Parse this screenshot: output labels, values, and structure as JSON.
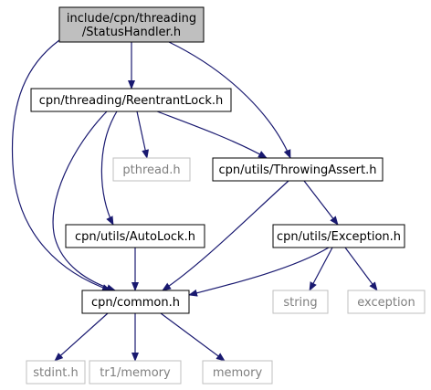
{
  "colors": {
    "root_fill": "#bfbfbf",
    "node_fill": "#ffffff",
    "node_border": "#000000",
    "external_border": "#bfbfbf",
    "external_text": "#7f7f7f",
    "edge": "#191970"
  },
  "nodes": [
    {
      "id": "status-handler",
      "lines": [
        "include/cpn/threading",
        "/StatusHandler.h"
      ],
      "kind": "root"
    },
    {
      "id": "reentrant-lock",
      "lines": [
        "cpn/threading/ReentrantLock.h"
      ],
      "kind": "local"
    },
    {
      "id": "pthread",
      "lines": [
        "pthread.h"
      ],
      "kind": "external"
    },
    {
      "id": "throwing-assert",
      "lines": [
        "cpn/utils/ThrowingAssert.h"
      ],
      "kind": "local"
    },
    {
      "id": "auto-lock",
      "lines": [
        "cpn/utils/AutoLock.h"
      ],
      "kind": "local"
    },
    {
      "id": "exception-h",
      "lines": [
        "cpn/utils/Exception.h"
      ],
      "kind": "local"
    },
    {
      "id": "common",
      "lines": [
        "cpn/common.h"
      ],
      "kind": "local"
    },
    {
      "id": "string",
      "lines": [
        "string"
      ],
      "kind": "external"
    },
    {
      "id": "exception",
      "lines": [
        "exception"
      ],
      "kind": "external"
    },
    {
      "id": "stdint",
      "lines": [
        "stdint.h"
      ],
      "kind": "external"
    },
    {
      "id": "tr1-memory",
      "lines": [
        "tr1/memory"
      ],
      "kind": "external"
    },
    {
      "id": "memory",
      "lines": [
        "memory"
      ],
      "kind": "external"
    }
  ],
  "edges": [
    {
      "from": "status-handler",
      "to": "reentrant-lock"
    },
    {
      "from": "status-handler",
      "to": "throwing-assert"
    },
    {
      "from": "status-handler",
      "to": "common"
    },
    {
      "from": "reentrant-lock",
      "to": "pthread"
    },
    {
      "from": "reentrant-lock",
      "to": "throwing-assert"
    },
    {
      "from": "reentrant-lock",
      "to": "auto-lock"
    },
    {
      "from": "reentrant-lock",
      "to": "common"
    },
    {
      "from": "throwing-assert",
      "to": "exception-h"
    },
    {
      "from": "throwing-assert",
      "to": "common"
    },
    {
      "from": "auto-lock",
      "to": "common"
    },
    {
      "from": "exception-h",
      "to": "common"
    },
    {
      "from": "exception-h",
      "to": "string"
    },
    {
      "from": "exception-h",
      "to": "exception"
    },
    {
      "from": "common",
      "to": "stdint"
    },
    {
      "from": "common",
      "to": "tr1-memory"
    },
    {
      "from": "common",
      "to": "memory"
    }
  ]
}
